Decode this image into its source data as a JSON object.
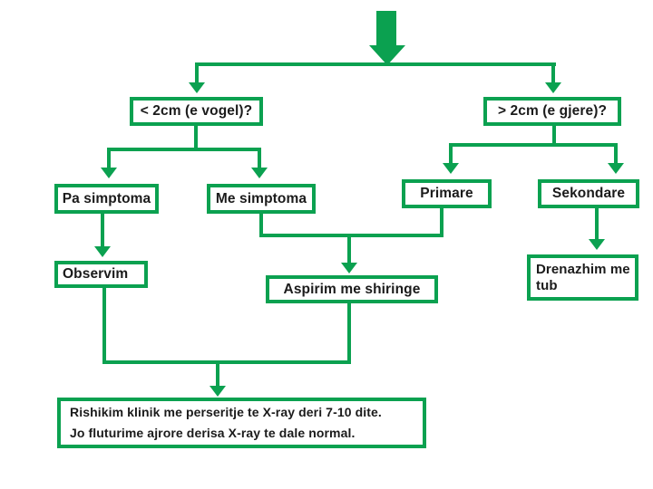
{
  "canvas": {
    "background": "#ffffff",
    "accent_green": "#0ba150",
    "text_color": "#1b1b1b"
  },
  "flowchart": {
    "entry_arrow": "large-down-arrow",
    "nodes": {
      "small_size": {
        "label": "< 2cm (e vogel)?"
      },
      "large_size": {
        "label": "> 2cm (e gjere)?"
      },
      "pa_simptoma": {
        "label": "Pa simptoma"
      },
      "me_simptoma": {
        "label": "Me simptoma"
      },
      "primare": {
        "label": "Primare"
      },
      "sekondare": {
        "label": "Sekondare"
      },
      "observim": {
        "label": "Observim"
      },
      "aspirim": {
        "label": "Aspirim me shiringe"
      },
      "drenazhim": {
        "line1": "Drenazhim me",
        "line2": "tub"
      },
      "followup": {
        "line1": "Rishikim klinik me perseritje te X-ray deri 7-10 dite.",
        "line2": "Jo fluturime ajrore derisa X-ray te dale normal."
      }
    }
  }
}
